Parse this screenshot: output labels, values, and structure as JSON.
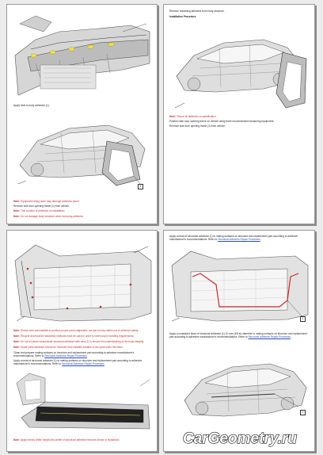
{
  "pages": {
    "p1": {
      "step1": "Apply heat to body adhesive (1).",
      "note1_label": "Note:",
      "note1_text": "Equipment being done may damage adhesive panel.",
      "step2": "Remove side door opening frame (1) from vehicle.",
      "note2_label": "Note:",
      "note2_text": "This location of adhesive on installation.",
      "note3_label": "Note:",
      "note3_text": "Do not damage body structure when removing adhesive."
    },
    "p2": {
      "step1": "Remove remaining adhesive from body structure.",
      "heading": "Installation Procedure",
      "note1_label": "Note:",
      "note1_text": "Torque all fasteners to specification.",
      "step2": "Position side door opening frame on vehicle using three recommended measuring equipment.",
      "step3": "Remove side door opening frame (1) from vehicle."
    },
    "p3": {
      "note1_label": "Note:",
      "note1_text": "Shown here are installed to achieve proper panel alignment, not just to keep within out of adhesive safety.",
      "note2_label": "Note:",
      "note2_text": "Recycle and heat the assembly methods must be used in order to meet proper bonding requirements.",
      "note3_label": "Note:",
      "note3_text": "Do not let panel contaminate structural adhesive with new (1) to ensure full understanding of the body integrity.",
      "note4_label": "Note:",
      "note4_text": "Spare parts adhesive should be removed from installed location to the point when the finish.",
      "step1": "Clean and prepare mating surfaces on structure and replacement part according to adhesive manufacturer's recommendations. Refer to",
      "step1_link": "Structural Adhesive Repair Processes",
      "step2": "Apply a bead of structural adhesive (1) to mating surfaces on structure and replacement part according to adhesive manufacturer's recommendations. Refer to",
      "step2_link": "Structural Adhesive Repair Processes",
      "note5_label": "Note:",
      "note5_text": "Apply evenly within height and profile of structural adhesive bead as shown in illustration."
    },
    "p4": {
      "step1": "Apply a bead of structural adhesive (1) to mating surfaces on structure and replacement part according to adhesive manufacturer's recommendations. Refer to",
      "step1_link": "Structural Adhesive Repair Processes",
      "step2": "Apply a consistent bead of structural adhesive (1) 10 mm (3/8 in) diameter to mating surfaces on structure and replacement part according to adhesive manufacturer's recommendations. Refer to",
      "step2_link": "Structural Adhesive Repair Processes"
    }
  },
  "callouts": {
    "one": "1"
  },
  "watermark": {
    "text": "CarGeometry.ru"
  },
  "colors": {
    "note": "#c23030",
    "link": "#2b4fb8",
    "adhesive_yellow": "#f2e24a",
    "adhesive_red": "#c82828"
  }
}
